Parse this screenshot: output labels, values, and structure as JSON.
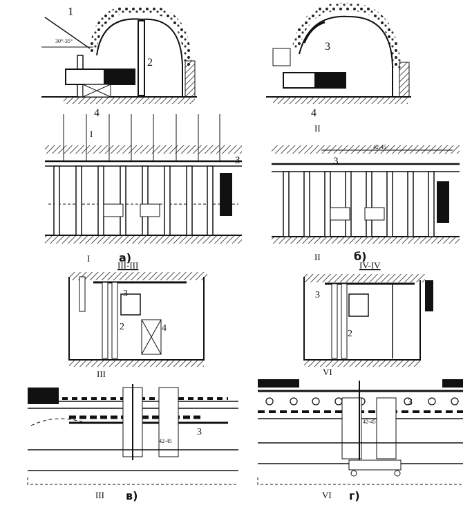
{
  "figure": {
    "labels": {
      "n1": "1",
      "n2": "2",
      "n3": "3",
      "n4": "4",
      "angle": "30°-35°",
      "sec_I": "I",
      "sec_II": "II",
      "sec_III": "III",
      "sec_VI": "VI",
      "dim": "42-45",
      "title_III": "III-III",
      "title_IV": "IV-IV",
      "cap_a": "а)",
      "cap_b": "б)",
      "cap_v": "в)",
      "cap_g": "г)"
    }
  }
}
